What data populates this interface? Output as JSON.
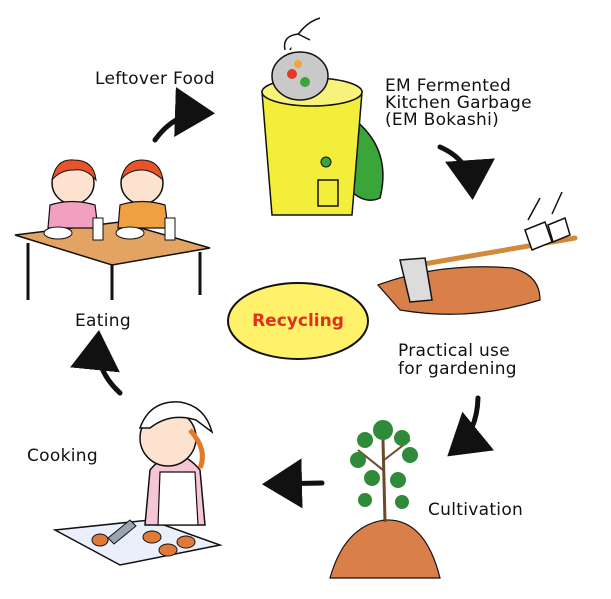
{
  "diagram": {
    "center": "Recycling",
    "steps": {
      "leftover_food": "Leftover Food",
      "bokashi_line1": "EM Fermented",
      "bokashi_line2": "Kitchen Garbage",
      "bokashi_line3": "(EM Bokashi)",
      "gardening_line1": "Practical use",
      "gardening_line2": "for gardening",
      "cultivation": "Cultivation",
      "cooking": "Cooking",
      "eating": "Eating"
    }
  },
  "colors": {
    "center_fill": "#fff16a",
    "center_text": "#e0301e",
    "bucket": "#f3ee3a",
    "lid": "#3aa63a",
    "soil": "#d9804a",
    "leaf": "#2f8a3a",
    "arrow": "#111111"
  }
}
